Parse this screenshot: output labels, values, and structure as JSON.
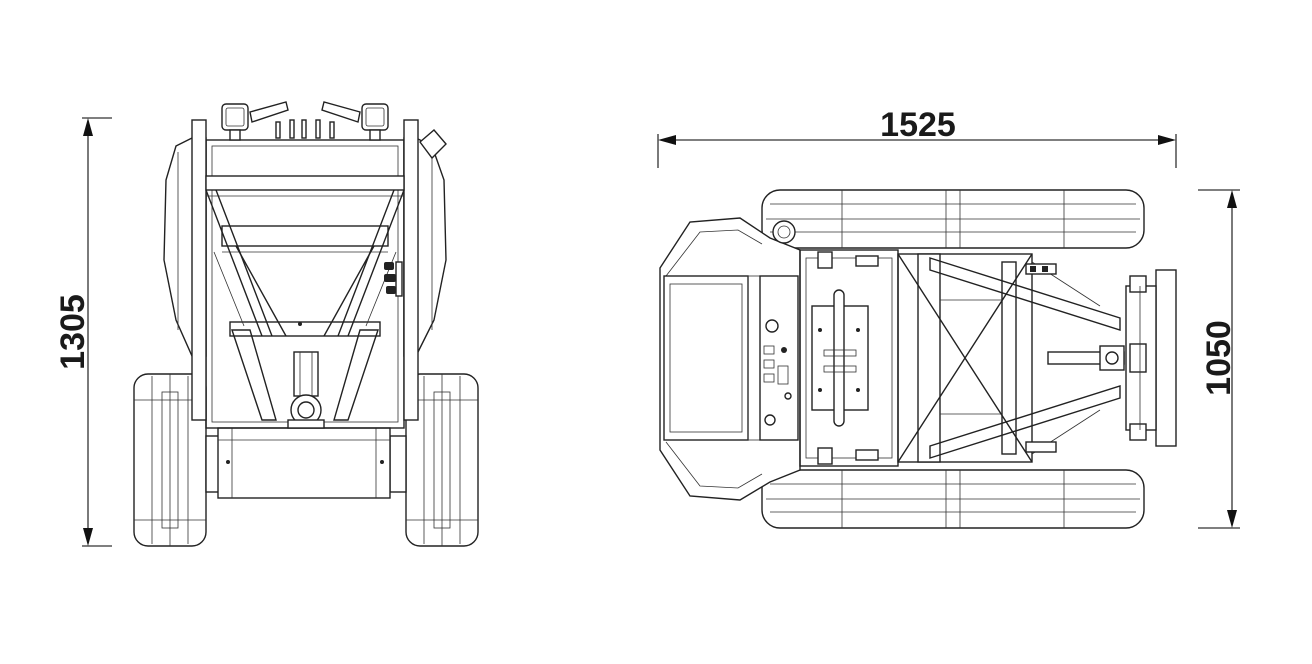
{
  "dimensions": {
    "height_label": "1305",
    "length_label": "1525",
    "width_label": "1050"
  },
  "colors": {
    "line": "#222222",
    "background": "#ffffff"
  }
}
